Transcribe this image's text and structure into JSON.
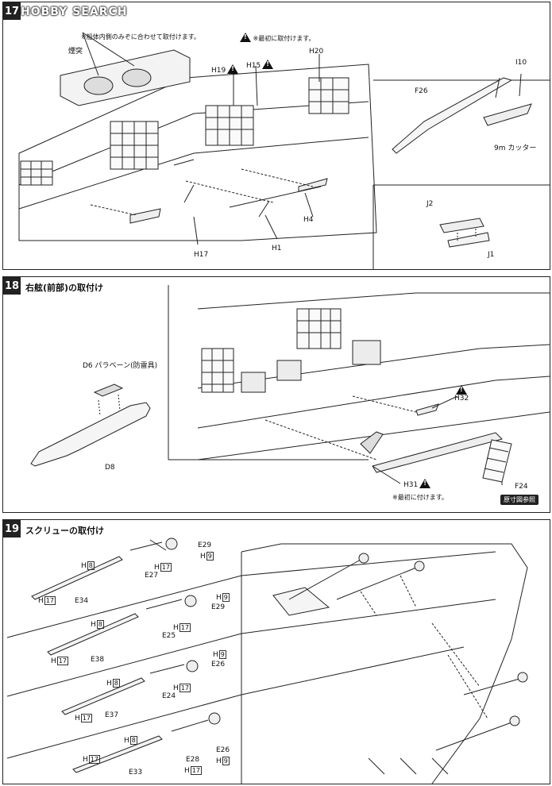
{
  "watermark": "HOBBY SEARCH",
  "step17": {
    "number": "17",
    "note_top": "※船体内側のみぞに合わせて取付けます。",
    "note_first": "※最初に取付けます。",
    "labels": {
      "chimney": "煙突",
      "h19": "H19",
      "h15": "H15",
      "h20": "H20",
      "h4": "H4",
      "h1": "H1",
      "h17": "H17",
      "i10": "I10",
      "f26": "F26",
      "cutter": "9m カッター",
      "j2": "J2",
      "j1": "J1"
    }
  },
  "step18": {
    "number": "18",
    "title": "右舷(前部)の取付け",
    "note_first": "※最初に付けます。",
    "ref": "原寸図参照",
    "labels": {
      "d6": "D6",
      "paravane": "パラベーン(防雷具)",
      "d8": "D8",
      "h32": "H32",
      "h31": "H31",
      "f24": "F24"
    }
  },
  "step19": {
    "number": "19",
    "title": "スクリューの取付け",
    "labels": {
      "e29": "E29",
      "h9": "H",
      "h9n": "9",
      "h8": "H",
      "h8n": "8",
      "h17": "H",
      "h17n": "17",
      "e27": "E27",
      "e34": "E34",
      "e25": "E25",
      "e38": "E38",
      "e26": "E26",
      "e24": "E24",
      "e37": "E37",
      "e28": "E28",
      "e33": "E33"
    }
  }
}
